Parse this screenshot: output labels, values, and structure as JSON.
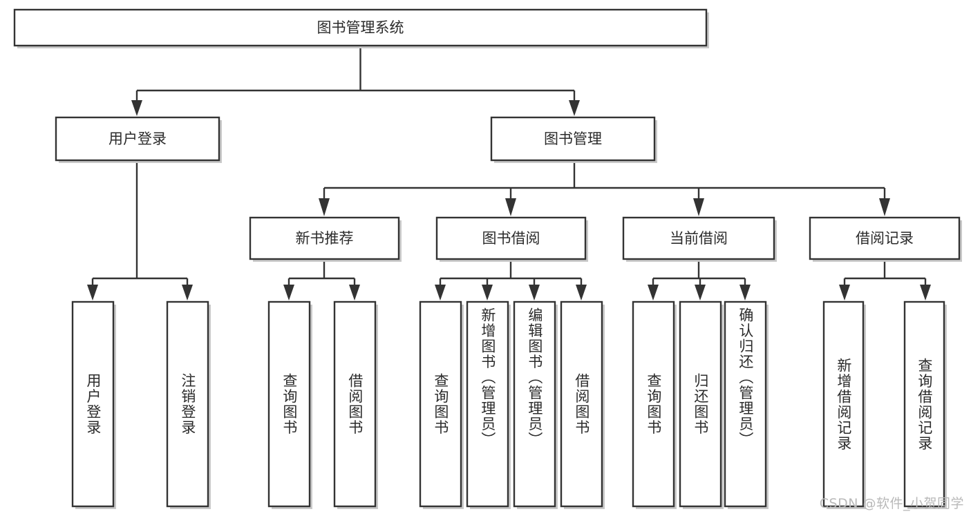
{
  "diagram": {
    "type": "tree",
    "title": "图书管理系统",
    "watermark": "CSDN @软件_小贺同学",
    "colors": {
      "background": "#ffffff",
      "box_fill": "#ffffff",
      "box_stroke": "#333333",
      "text": "#2b2b2b",
      "shadow": "#c9c9c9",
      "watermark": "#b9b9b9"
    },
    "root": {
      "label": "图书管理系统"
    },
    "level2": [
      {
        "label": "用户登录"
      },
      {
        "label": "图书管理"
      }
    ],
    "level3": [
      {
        "label": "新书推荐"
      },
      {
        "label": "图书借阅"
      },
      {
        "label": "当前借阅"
      },
      {
        "label": "借阅记录"
      }
    ],
    "leaves": {
      "user_login": [
        {
          "label": "用户登录"
        },
        {
          "label": "注销登录"
        }
      ],
      "new_book_recommend": [
        {
          "label": "查询图书"
        },
        {
          "label": "借阅图书"
        }
      ],
      "book_borrow": [
        {
          "label": "查询图书"
        },
        {
          "label": "新增图书（管理员）"
        },
        {
          "label": "编辑图书（管理员）"
        },
        {
          "label": "借阅图书"
        }
      ],
      "current_borrow": [
        {
          "label": "查询图书"
        },
        {
          "label": "归还图书"
        },
        {
          "label": "确认归还（管理员）"
        }
      ],
      "borrow_record": [
        {
          "label": "新增借阅记录"
        },
        {
          "label": "查询借阅记录"
        }
      ]
    }
  }
}
